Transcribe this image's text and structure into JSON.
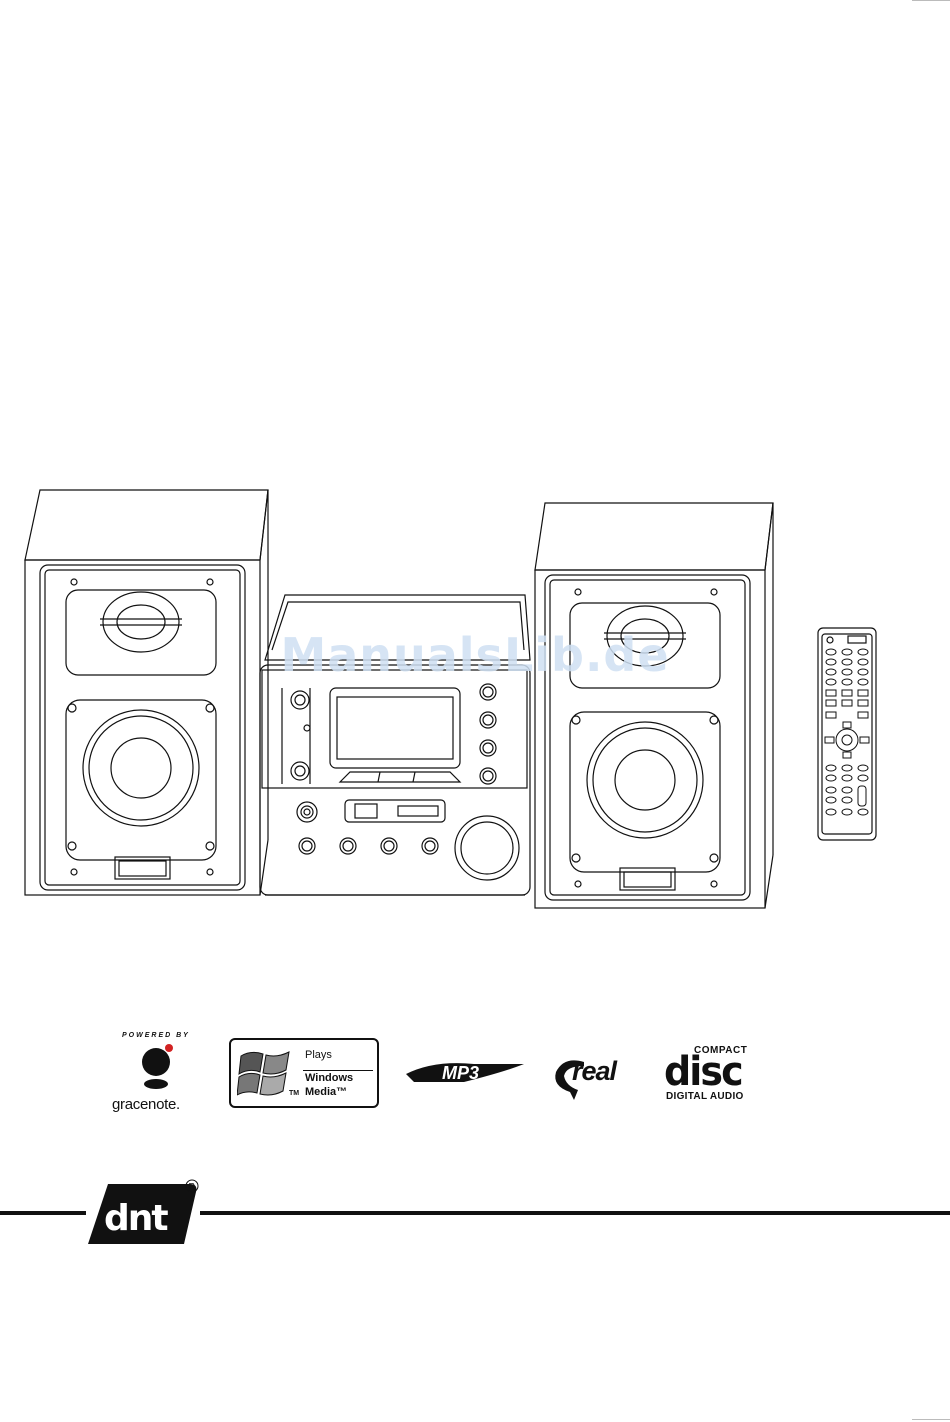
{
  "watermark": "ManualsLib.de",
  "logos": {
    "gracenote": {
      "powered_by": "POWERED BY",
      "name": "gracenote."
    },
    "windows_media": {
      "plays": "Plays",
      "windows": "Windows",
      "media": "Media™",
      "tm": "TM"
    },
    "mp3": "MP3",
    "real": "real",
    "compact_disc": {
      "compact": "COMPACT",
      "disc": "disc",
      "digital_audio": "DIGITAL AUDIO"
    }
  },
  "brand": {
    "name": "dnt",
    "registered": "R"
  },
  "colors": {
    "ink": "#111111",
    "watermark": "#cfe0f3",
    "accent_red": "#d22222"
  }
}
